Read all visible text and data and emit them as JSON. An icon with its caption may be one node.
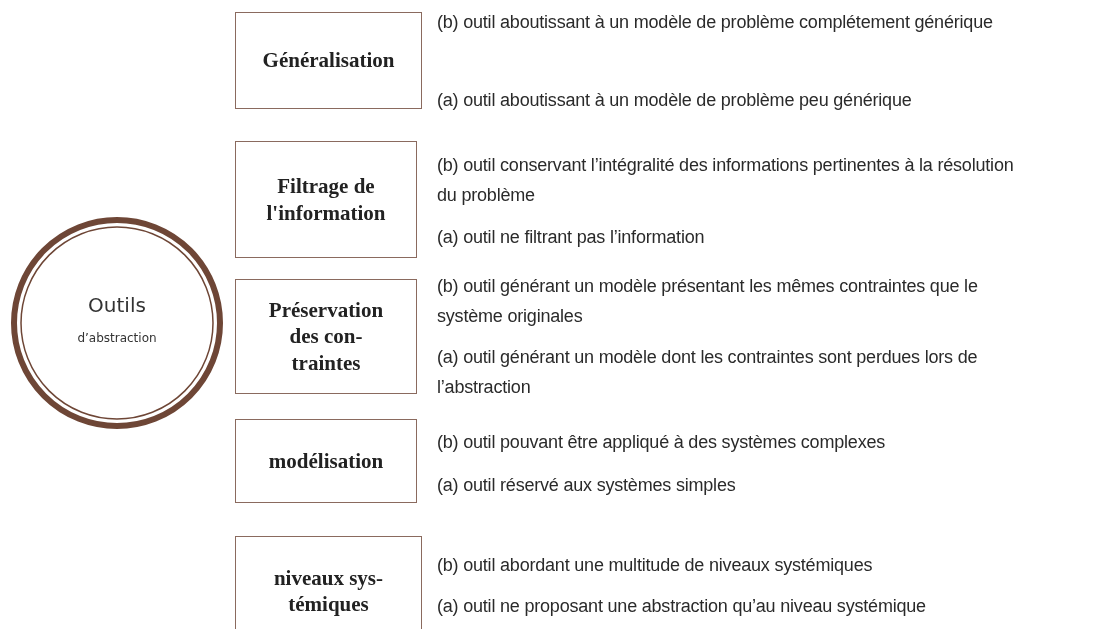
{
  "diagram": {
    "nodes": [
      {
        "text": [
          "Outils",
          "d’abstraction"
        ]
      },
      {
        "text": [
          "Généralisation"
        ],
        "beside": [
          "(b) outil aboutissant à un modèle de problème complétement générique",
          "(a) outil aboutissant à un modèle de problème peu générique"
        ]
      },
      {
        "text": [
          "Filtrage de l'information"
        ],
        "beside": [
          "(b) outil conservant l’intégralité des informations pertinentes à la résolution du problème",
          "(a) outil ne filtrant pas l’information"
        ]
      },
      {
        "text": [
          "Préservation des con-traintes"
        ],
        "beside": [
          "(b) outil générant un modèle présentant les mêmes contraintes que le système originales",
          "(a) outil générant un modèle dont les contraintes sont perdues lors de l’abstraction"
        ]
      },
      {
        "text": [
          "modélisation"
        ],
        "beside": [
          "(b) outil pouvant être appliqué à des systèmes complexes",
          "(a) outil réservé aux systèmes simples"
        ]
      },
      {
        "text": [
          "niveaux sys-témiques"
        ],
        "beside": [
          "(b) outil abordant une multitude de niveaux systémiques",
          "(a) outil ne proposant une abstraction qu’au niveau systémique"
        ]
      }
    ]
  }
}
